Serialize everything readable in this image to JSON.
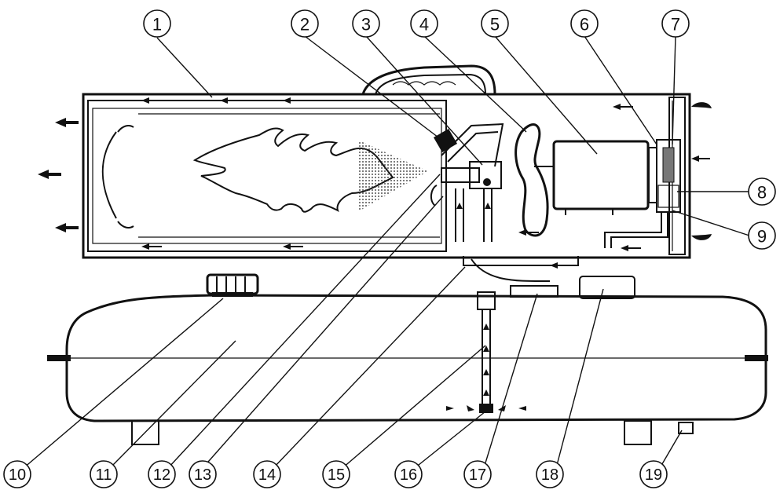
{
  "callouts": [
    {
      "id": 1,
      "label": "1"
    },
    {
      "id": 2,
      "label": "2"
    },
    {
      "id": 3,
      "label": "3"
    },
    {
      "id": 4,
      "label": "4"
    },
    {
      "id": 5,
      "label": "5"
    },
    {
      "id": 6,
      "label": "6"
    },
    {
      "id": 7,
      "label": "7"
    },
    {
      "id": 8,
      "label": "8"
    },
    {
      "id": 9,
      "label": "9"
    },
    {
      "id": 10,
      "label": "10"
    },
    {
      "id": 11,
      "label": "11"
    },
    {
      "id": 12,
      "label": "12"
    },
    {
      "id": 13,
      "label": "13"
    },
    {
      "id": 14,
      "label": "14"
    },
    {
      "id": 15,
      "label": "15"
    },
    {
      "id": 16,
      "label": "16"
    },
    {
      "id": 17,
      "label": "17"
    },
    {
      "id": 18,
      "label": "18"
    },
    {
      "id": 19,
      "label": "19"
    }
  ],
  "colors": {
    "line": "#111111",
    "background": "#ffffff",
    "nozzle_spray": "#333333"
  }
}
